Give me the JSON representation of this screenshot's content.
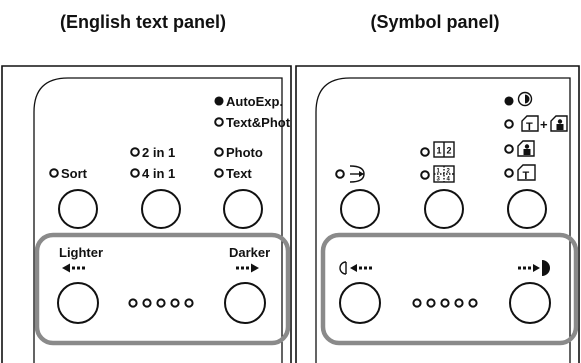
{
  "headings": {
    "english": "(English text panel)",
    "symbol": "(Symbol panel)"
  },
  "english_panel": {
    "mode_indicators": [
      "AutoExp.",
      "Text&Photo",
      "Photo",
      "Text"
    ],
    "active_mode": "AutoExp.",
    "layout_indicators": [
      "2 in 1",
      "4 in 1"
    ],
    "sort_label": "Sort",
    "lighter_label": "Lighter",
    "darker_label": "Darker",
    "density_dots": 5
  },
  "symbol_panel": {
    "mode_icons": [
      "auto-exposure-icon",
      "text-plus-photo-icon",
      "photo-icon",
      "text-icon"
    ],
    "layout_icons": [
      "two-in-one-icon",
      "four-in-one-icon"
    ],
    "sort_icon": "sort-icon",
    "lighter_icon": "lighter-arrow-icon",
    "darker_icon": "darker-arrow-icon",
    "density_dots": 5
  },
  "colors": {
    "ink": "#111111",
    "group_frame": "#8a8a8a",
    "background": "#ffffff"
  }
}
